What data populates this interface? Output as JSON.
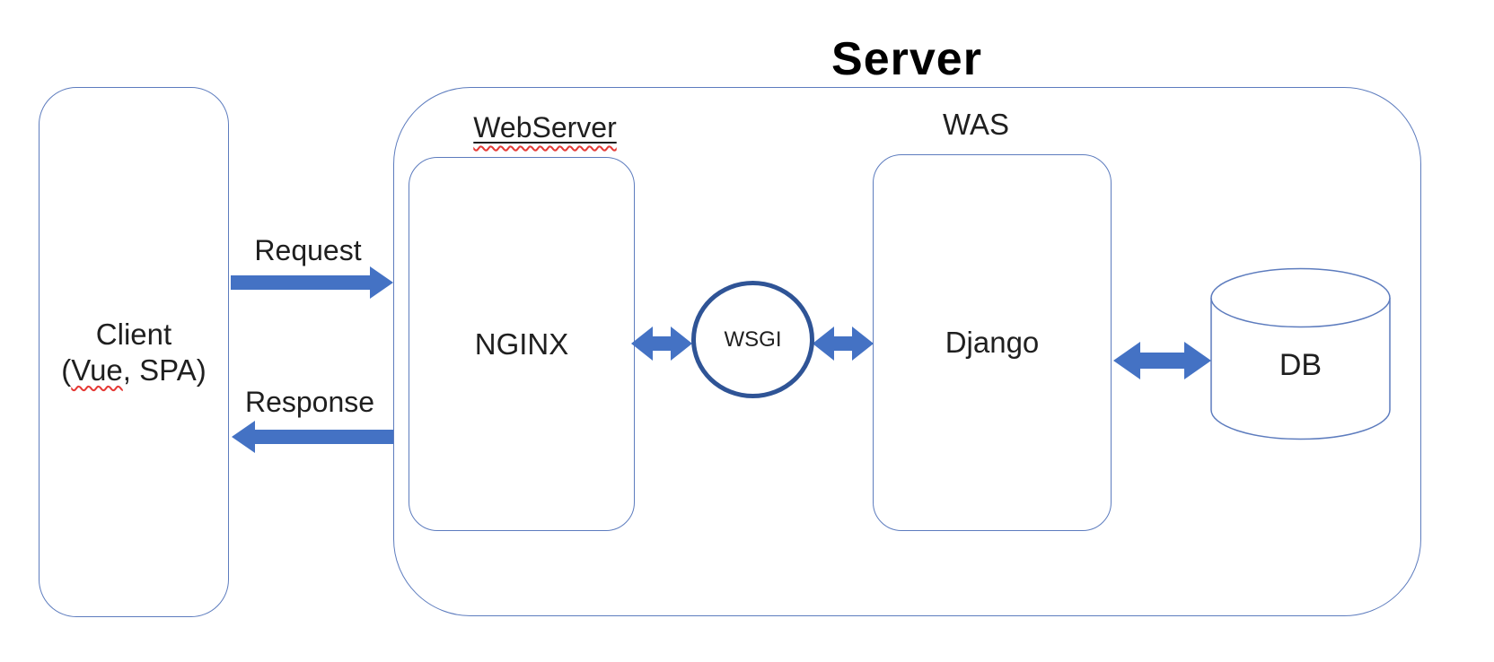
{
  "title": "Server",
  "client": {
    "name": "Client",
    "detail_prefix": "(",
    "detail_word": "Vue",
    "detail_suffix": ", SPA)"
  },
  "flows": {
    "request": "Request",
    "response": "Response"
  },
  "server": {
    "webserver_group_label": "WebServer",
    "was_group_label": "WAS",
    "nginx_label": "NGINX",
    "wsgi_label": "WSGI",
    "django_label": "Django",
    "db_label": "DB"
  },
  "colors": {
    "arrow_blue": "#4472C4",
    "outline_blue": "#5d7cbe",
    "wsgi_outline_blue": "#2F5496",
    "text": "#1f1f1f",
    "spellcheck_red": "#e53935"
  }
}
